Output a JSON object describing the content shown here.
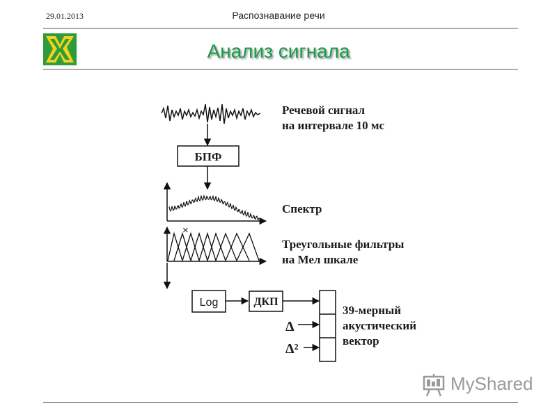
{
  "header": {
    "date": "29.01.2013",
    "subject": "Распознавание речи",
    "title": "Анализ сигнала"
  },
  "diagram": {
    "signal_label_line1": "Речевой сигнал",
    "signal_label_line2": "на интервале 10 мс",
    "fft_block": "БПФ",
    "spectrum_label": "Спектр",
    "multiply_symbol": "×",
    "filters_label_line1": "Треугольные фильтры",
    "filters_label_line2": "на Мел шкале",
    "log_block": "Log",
    "dct_block": "ДКП",
    "delta_symbol": "Δ",
    "delta2_symbol": "Δ²",
    "vector_label_line1": "39-мерный",
    "vector_label_line2": "акустический",
    "vector_label_line3": "вектор"
  },
  "watermark": {
    "text": "MyShared"
  },
  "colors": {
    "title_green": "#1a9a4a",
    "logo_green": "#2e9b3c",
    "logo_yellow": "#f2d21b"
  }
}
